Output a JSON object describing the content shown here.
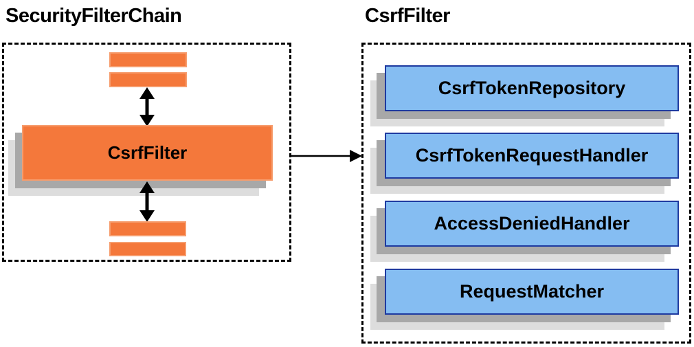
{
  "left_panel": {
    "title": "SecurityFilterChain",
    "csrf_filter_label": "CsrfFilter"
  },
  "right_panel": {
    "title": "CsrfFilter",
    "components": [
      "CsrfTokenRepository",
      "CsrfTokenRequestHandler",
      "AccessDeniedHandler",
      "RequestMatcher"
    ]
  },
  "icons": {
    "up_down_arrow": "up-down double-headed arrow",
    "right_arrow": "right-pointing arrow"
  },
  "colors": {
    "orange_fill": "#F4783B",
    "orange_border": "#F69D6E",
    "blue_fill": "#85BDF2",
    "blue_border": "#1E3AA0",
    "shadow_dark": "#A8A8A8",
    "shadow_light": "#DDDDDD",
    "line_black": "#000000"
  }
}
